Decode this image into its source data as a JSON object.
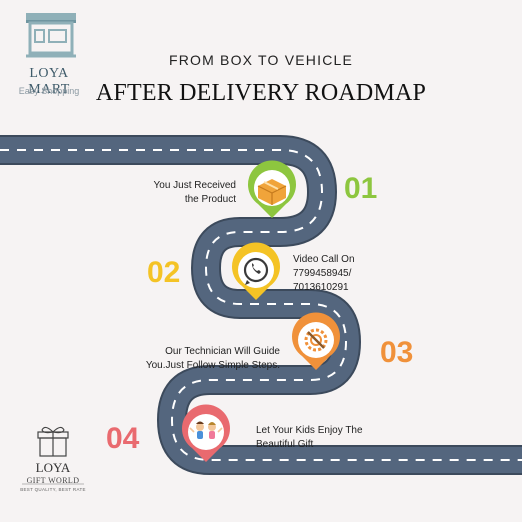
{
  "brand": {
    "name": "LOYA MART",
    "tagline": "Easy Shopping",
    "icon": "store-icon"
  },
  "header": {
    "subtitle": "FROM BOX TO VEHICLE",
    "title": "AFTER DELIVERY ROADMAP"
  },
  "steps": [
    {
      "number": "01",
      "line1": "You Just Received",
      "line2": "the Product",
      "color": "#8dc63f",
      "icon": "package-icon"
    },
    {
      "number": "02",
      "line1": "Video Call On",
      "line2": "7799458945/",
      "line3": "7013610291",
      "color": "#f4c325",
      "icon": "whatsapp-icon"
    },
    {
      "number": "03",
      "line1": "Our  Technician Will Guide",
      "line2": "You.Just Follow Simple Steps.",
      "color": "#f0913a",
      "icon": "technician-gear-icon"
    },
    {
      "number": "04",
      "line1": "Let Your Kids Enjoy The",
      "line2": "Beautiful Gift",
      "color": "#e96a6f",
      "icon": "happy-kids-icon"
    }
  ],
  "footer_brand": {
    "name": "LOYA",
    "sub": "GIFT WORLD",
    "tagline": "BEST QUALITY, BEST RATE",
    "icon": "gift-box-icon"
  },
  "colors": {
    "road": "#54667e",
    "road_edge": "#3c4a5c",
    "lane": "#ffffff",
    "background": "#f6f3f3"
  }
}
